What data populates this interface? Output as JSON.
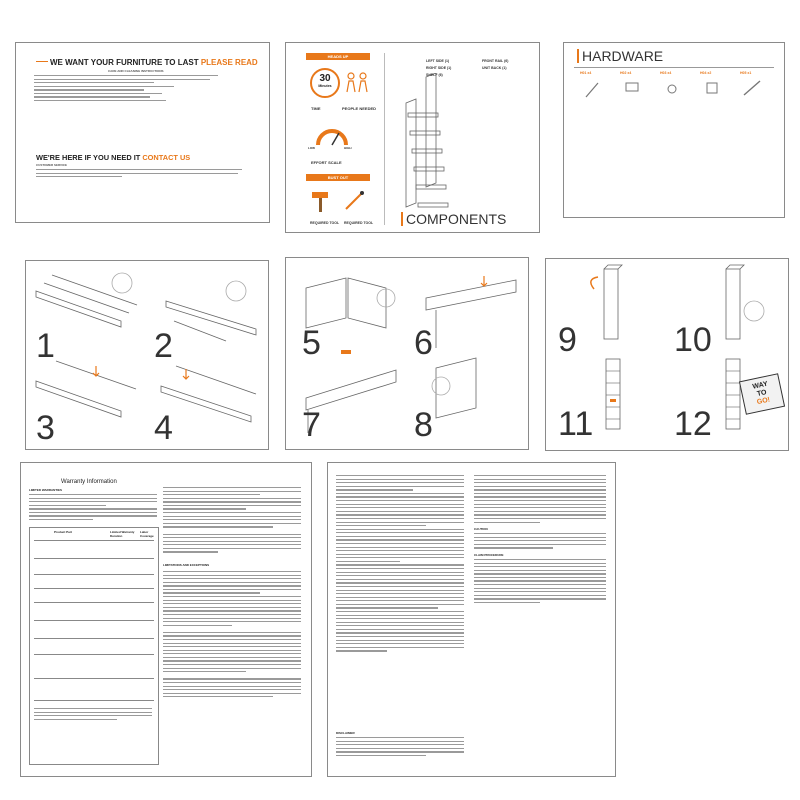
{
  "page1": {
    "title_plain": "WE WANT YOUR FURNITURE TO LAST ",
    "title_accent": "PLEASE READ",
    "care_heading": "CARE AND CLEANING INSTRUCTIONS",
    "contact_plain": "WE'RE HERE IF YOU NEED IT ",
    "contact_accent": "CONTACT US",
    "service_heading": "CUSTOMER SERVICE"
  },
  "page2": {
    "heads_up": "HEADS UP",
    "time_value": "30",
    "time_unit": "Minutes",
    "time_label": "TIME",
    "people_label": "PEOPLE NEEDED",
    "effort_low": "LOW",
    "effort_high": "HIGH",
    "effort_label": "EFFORT SCALE",
    "bust_out": "BUST OUT",
    "required_tool_1": "REQUIRED TOOL",
    "required_tool_2": "REQUIRED TOOL",
    "components_title": "COMPONENTS",
    "parts": [
      {
        "id": "1",
        "label": "LEFT SIDE (1)"
      },
      {
        "id": "2",
        "label": "RIGHT SIDE (1)"
      },
      {
        "id": "3",
        "label": "SHELF (6)"
      },
      {
        "id": "4",
        "label": "FRONT RAIL (6)"
      },
      {
        "id": "5",
        "label": "UNIT BACK (1)"
      }
    ]
  },
  "page3": {
    "title": "HARDWARE",
    "items": [
      "H01 x4",
      "H02 x4",
      "H03 x4",
      "H04 x2",
      "H05 x1"
    ]
  },
  "page4": {
    "steps": [
      "1",
      "2",
      "3",
      "4"
    ]
  },
  "page5": {
    "steps": [
      "5",
      "6",
      "7",
      "8"
    ]
  },
  "page6": {
    "steps": [
      "9",
      "10",
      "11",
      "12"
    ],
    "badge": [
      "WAY",
      "TO",
      "GO!"
    ]
  },
  "page7": {
    "title": "Warranty Information",
    "heading": "LIMITED WARRANTIES",
    "table_headers": [
      "Product Part",
      "Limited Warranty Duration",
      "Labor Coverage"
    ],
    "limitation_heading": "LIMITATIONS AND EXCEPTIONS"
  },
  "page8": {
    "caution": "CAUTION",
    "claim": "CLAIM PROCEDURE",
    "disclaimer": "DISCLAIMER"
  },
  "colors": {
    "accent": "#e8781a",
    "frame": "#8a8a8a"
  }
}
